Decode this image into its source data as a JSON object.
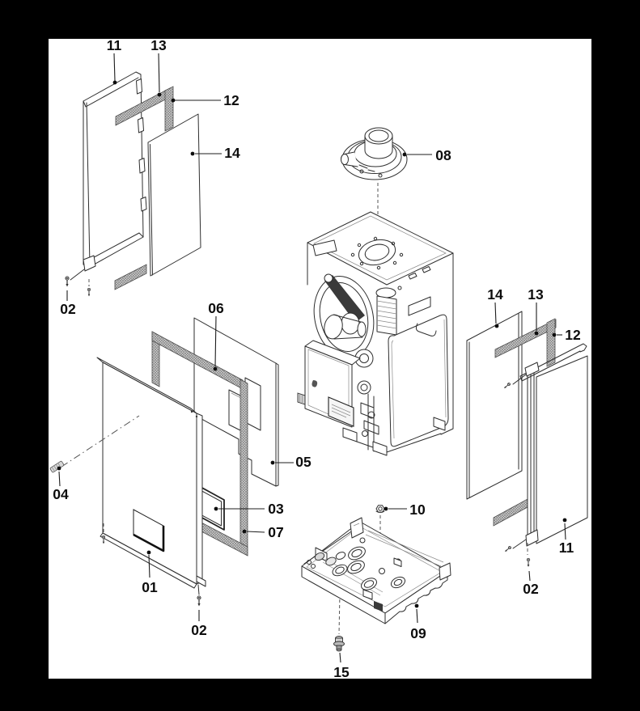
{
  "meta": {
    "kind": "exploded-parts-diagram",
    "background_color": "#000000",
    "paper_color": "#ffffff",
    "line_color": "#2e2e2e",
    "paper_rect": [
      60,
      48,
      671,
      791
    ]
  },
  "parts_visible": [
    "01",
    "02",
    "03",
    "04",
    "05",
    "06",
    "07",
    "08",
    "09",
    "10",
    "11",
    "12",
    "13",
    "14",
    "15"
  ],
  "callouts": [
    {
      "id": "11-left",
      "text": "11",
      "label": [
        141,
        56
      ],
      "leader": [
        [
          141,
          66
        ],
        [
          142,
          100
        ]
      ],
      "dot": [
        142,
        102
      ]
    },
    {
      "id": "13-left",
      "text": "13",
      "label": [
        196,
        56
      ],
      "leader": [
        [
          196,
          66
        ],
        [
          197,
          114
        ]
      ],
      "dot": [
        197,
        117
      ]
    },
    {
      "id": "12-left",
      "text": "12",
      "label": [
        286,
        124
      ],
      "leader": [
        [
          273,
          124
        ],
        [
          216,
          124
        ]
      ],
      "dot": [
        214,
        124
      ]
    },
    {
      "id": "14-left",
      "text": "14",
      "label": [
        287,
        189
      ],
      "leader": [
        [
          274,
          190
        ],
        [
          241,
          190
        ]
      ],
      "dot": [
        238,
        190
      ]
    },
    {
      "id": "02-top-left",
      "text": "02",
      "label": [
        84,
        382
      ],
      "leader": [
        [
          83,
          372
        ],
        [
          83,
          359
        ]
      ],
      "dot": null
    },
    {
      "id": "06",
      "text": "06",
      "label": [
        267,
        381
      ],
      "leader": [
        [
          267,
          391
        ],
        [
          266,
          453
        ]
      ],
      "dot": [
        266,
        456
      ]
    },
    {
      "id": "04",
      "text": "04",
      "label": [
        75,
        611
      ],
      "leader": [
        [
          74,
          601
        ],
        [
          73,
          583
        ]
      ],
      "dot": [
        73,
        579
      ]
    },
    {
      "id": "05",
      "text": "05",
      "label": [
        375,
        571
      ],
      "leader": [
        [
          363,
          572
        ],
        [
          340,
          572
        ]
      ],
      "dot": [
        337,
        572
      ]
    },
    {
      "id": "03",
      "text": "03",
      "label": [
        341,
        629
      ],
      "leader": [
        [
          327,
          629
        ],
        [
          270,
          629
        ]
      ],
      "dot": [
        267,
        629
      ]
    },
    {
      "id": "07",
      "text": "07",
      "label": [
        341,
        658
      ],
      "leader": [
        [
          327,
          658
        ],
        [
          305,
          657
        ]
      ],
      "dot": [
        302,
        657
      ]
    },
    {
      "id": "01",
      "text": "01",
      "label": [
        185,
        726
      ],
      "leader": [
        [
          185,
          714
        ],
        [
          184,
          686
        ]
      ],
      "dot": [
        184,
        683
      ]
    },
    {
      "id": "02-bottom",
      "text": "02",
      "label": [
        246,
        779
      ],
      "leader": [
        [
          246,
          768
        ],
        [
          246,
          754
        ]
      ],
      "dot": null
    },
    {
      "id": "08",
      "text": "08",
      "label": [
        548,
        192
      ],
      "leader": [
        [
          534,
          191
        ],
        [
          503,
          191
        ]
      ],
      "dot": [
        500,
        191
      ]
    },
    {
      "id": "10",
      "text": "10",
      "label": [
        516,
        630
      ],
      "leader": [
        [
          503,
          629
        ],
        [
          480,
          629
        ]
      ],
      "dot": [
        477,
        629
      ]
    },
    {
      "id": "09",
      "text": "09",
      "label": [
        517,
        783
      ],
      "leader": [
        [
          516,
          770
        ],
        [
          515,
          753
        ]
      ],
      "dot": [
        515,
        749
      ]
    },
    {
      "id": "15",
      "text": "15",
      "label": [
        422,
        831
      ],
      "leader": [
        [
          421,
          819
        ],
        [
          420,
          807
        ]
      ],
      "dot": null
    },
    {
      "id": "14-right",
      "text": "14",
      "label": [
        612,
        364
      ],
      "leader": [
        [
          612,
          374
        ],
        [
          613,
          400
        ]
      ],
      "dot": [
        614,
        403
      ]
    },
    {
      "id": "13-right",
      "text": "13",
      "label": [
        662,
        364
      ],
      "leader": [
        [
          663,
          374
        ],
        [
          663,
          409
        ]
      ],
      "dot": [
        663,
        412
      ]
    },
    {
      "id": "12-right",
      "text": "12",
      "label": [
        708,
        414
      ],
      "leader": [
        [
          695,
          414
        ],
        [
          688,
          414
        ]
      ],
      "dot": [
        685,
        414
      ]
    },
    {
      "id": "11-right",
      "text": "11",
      "label": [
        700,
        677
      ],
      "leader": [
        [
          699,
          667
        ],
        [
          698,
          647
        ]
      ],
      "dot": [
        698,
        643
      ]
    },
    {
      "id": "02-right",
      "text": "02",
      "label": [
        656,
        728
      ],
      "leader": [
        [
          655,
          718
        ],
        [
          654,
          706
        ]
      ],
      "dot": null
    }
  ]
}
